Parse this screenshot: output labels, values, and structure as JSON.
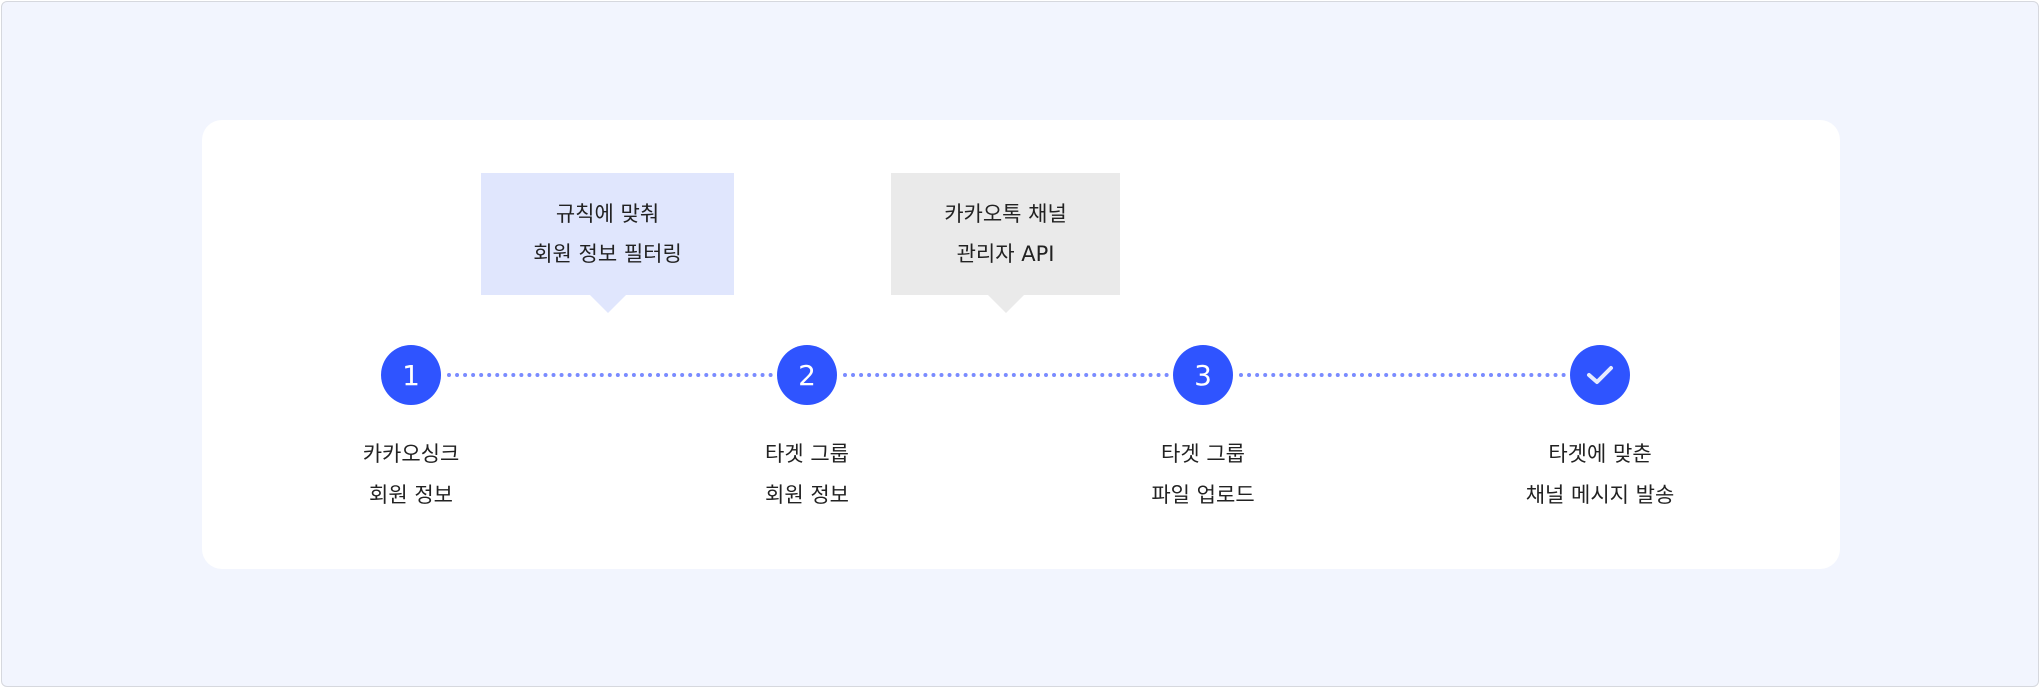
{
  "callouts": [
    {
      "lines": [
        "규칙에 맞춰",
        "회원 정보 필터링"
      ]
    },
    {
      "lines": [
        "카카오톡 채널",
        "관리자 API"
      ]
    }
  ],
  "steps": [
    {
      "marker": "1",
      "lines": [
        "카카오싱크",
        "회원 정보"
      ]
    },
    {
      "marker": "2",
      "lines": [
        "타겟 그룹",
        "회원 정보"
      ]
    },
    {
      "marker": "3",
      "lines": [
        "타겟 그룹",
        "파일 업로드"
      ]
    },
    {
      "marker": "check-icon",
      "lines": [
        "타겟에 맞춘",
        "채널 메시지 발송"
      ]
    }
  ],
  "colors": {
    "accent": "#2f54ff",
    "connector": "#7a8bff",
    "callout1": "#e0e6fd",
    "callout2": "#eaeaea",
    "background": "#f2f5fe"
  }
}
